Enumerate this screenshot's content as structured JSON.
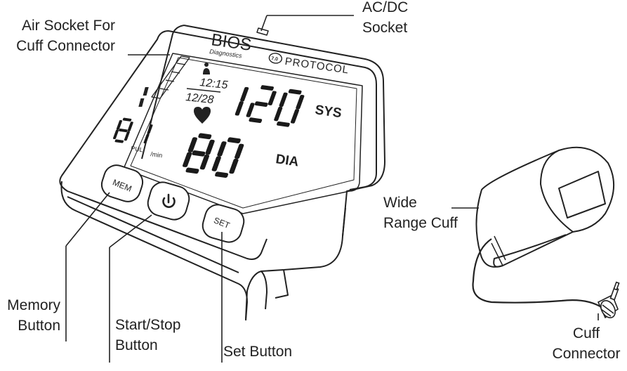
{
  "device": {
    "brand": "BIOS",
    "brand_sub": "Diagnostics",
    "model": "PROTOCOL",
    "model_badge": "7.0"
  },
  "display": {
    "time": "12:15",
    "date": "12/28",
    "sys_value": "120",
    "dia_value": "80",
    "pulse_value": "81",
    "sys_label": "SYS",
    "dia_label": "DIA",
    "pul_label": "PUL",
    "min_label": "/min"
  },
  "buttons": {
    "mem": "MEM",
    "set": "SET"
  },
  "callouts": {
    "air_socket": [
      "Air Socket For",
      "Cuff Connector"
    ],
    "acdc": [
      "AC/DC",
      "Socket"
    ],
    "wide_range_cuff": [
      "Wide",
      "Range Cuff"
    ],
    "memory_button": [
      "Memory",
      "Button"
    ],
    "start_stop_button": [
      "Start/Stop",
      "Button"
    ],
    "set_button": "Set Button",
    "cuff_connector": [
      "Cuff",
      "Connector"
    ]
  },
  "colors": {
    "line": "#222222",
    "segment": "#1a1a1a"
  }
}
